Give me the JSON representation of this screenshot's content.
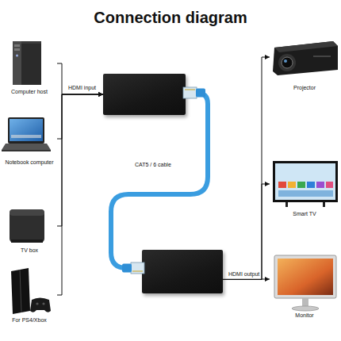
{
  "diagram": {
    "title": "Connection diagram",
    "nodes": [
      {
        "text": [
          "Computer host"
        ]
      },
      {
        "text": [
          "Notebook computer"
        ]
      },
      {
        "text": [
          "TV box"
        ]
      },
      {
        "text": [
          "For PS4/Xbox"
        ]
      },
      {
        "text": []
      },
      {
        "text": []
      },
      {
        "text": [
          "Projector"
        ]
      },
      {
        "text": [
          "Smart TV"
        ]
      },
      {
        "text": [
          "Monitor"
        ]
      }
    ],
    "edges": [
      {
        "from": 0,
        "to": 4,
        "label": "HDMI input",
        "arrow": "to"
      },
      {
        "from": 1,
        "to": 4,
        "arrow": "to"
      },
      {
        "from": 2,
        "to": 4,
        "arrow": "to"
      },
      {
        "from": 3,
        "to": 4,
        "arrow": "to"
      },
      {
        "from": 4,
        "to": 5,
        "label": "CAT5 / 6 cable",
        "arrow": "none"
      },
      {
        "from": 5,
        "to": 6,
        "arrow": "to"
      },
      {
        "from": 5,
        "to": 7,
        "arrow": "to"
      },
      {
        "from": 5,
        "to": 8,
        "label": "HDMI output",
        "arrow": "to"
      }
    ]
  }
}
